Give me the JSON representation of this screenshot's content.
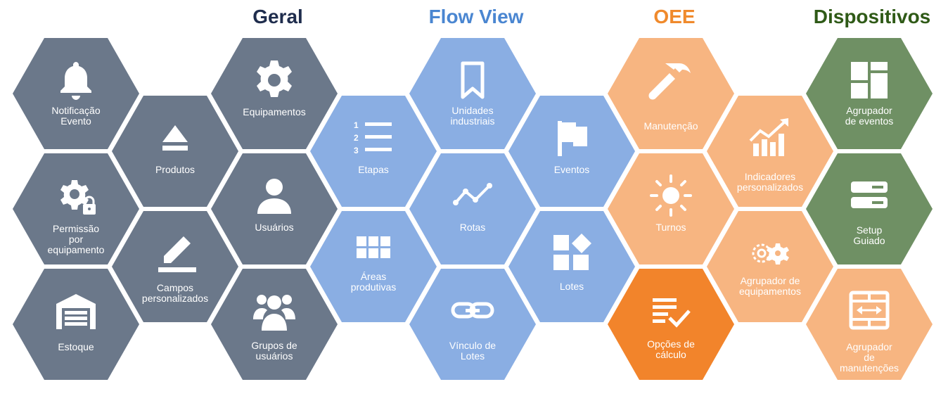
{
  "sections": {
    "geral": {
      "title": "Geral",
      "color": "#1f2d4d"
    },
    "flow_view": {
      "title": "Flow View",
      "color": "#4a86d1"
    },
    "oee": {
      "title": "OEE",
      "color": "#f08a2c"
    },
    "dispositivos": {
      "title": "Dispositivos",
      "color": "#2f5a17"
    }
  },
  "colors": {
    "geral_tile": "#6b788a",
    "flow_view_tile": "#8aaee3",
    "oee_tile": "#f7b581",
    "oee_tile_selected": "#f2842b",
    "dispositivos_tile": "#6f9064"
  },
  "tiles": {
    "notificacao_evento": {
      "label_lines": [
        "Notificação",
        "Evento"
      ],
      "icon": "bell-icon"
    },
    "permissao_por_equipamento": {
      "label_lines": [
        "Permissão",
        "por",
        "equipamento"
      ],
      "icon": "gear-lock-icon"
    },
    "estoque": {
      "label": "Estoque",
      "icon": "warehouse-icon"
    },
    "produtos": {
      "label": "Produtos",
      "icon": "eject-icon"
    },
    "campos_personalizados": {
      "label_lines": [
        "Campos",
        "personalizados"
      ],
      "icon": "pencil-icon"
    },
    "equipamentos": {
      "label": "Equipamentos",
      "icon": "gear-icon"
    },
    "usuarios": {
      "label": "Usuários",
      "icon": "user-icon"
    },
    "grupos_de_usuarios": {
      "label_lines": [
        "Grupos de",
        "usuários"
      ],
      "icon": "users-group-icon"
    },
    "etapas": {
      "label": "Etapas",
      "icon": "numbered-list-icon"
    },
    "areas_produtivas": {
      "label_lines": [
        "Áreas",
        "produtivas"
      ],
      "icon": "grid-icon"
    },
    "unidades_industriais": {
      "label_lines": [
        "Unidades",
        "industriais"
      ],
      "icon": "bookmark-icon"
    },
    "rotas": {
      "label": "Rotas",
      "icon": "route-line-icon"
    },
    "vinculo_de_lotes": {
      "label_lines": [
        "Vínculo de",
        "Lotes"
      ],
      "icon": "link-icon"
    },
    "eventos": {
      "label": "Eventos",
      "icon": "flag-icon"
    },
    "lotes": {
      "label": "Lotes",
      "icon": "blocks-icon"
    },
    "manutencao": {
      "label": "Manutenção",
      "icon": "hammer-icon"
    },
    "turnos": {
      "label": "Turnos",
      "icon": "sun-icon"
    },
    "opcoes_de_calculo": {
      "label_lines": [
        "Opções de",
        "cálculo"
      ],
      "icon": "list-check-icon"
    },
    "indicadores_personalizados": {
      "label_lines": [
        "Indicadores",
        "personalizados"
      ],
      "icon": "growth-chart-icon"
    },
    "agrupador_de_equipamentos": {
      "label_lines": [
        "Agrupador de",
        "equipamentos"
      ],
      "icon": "gears-icon"
    },
    "agrupador_de_eventos": {
      "label_lines": [
        "Agrupador",
        "de eventos"
      ],
      "icon": "layout-icon"
    },
    "setup_guiado": {
      "label_lines": [
        "Setup",
        "Guiado"
      ],
      "icon": "server-icon"
    },
    "agrupador_de_manutencoes": {
      "label_lines": [
        "Agrupador",
        "de",
        "manutenções"
      ],
      "icon": "frame-arrows-icon"
    }
  }
}
